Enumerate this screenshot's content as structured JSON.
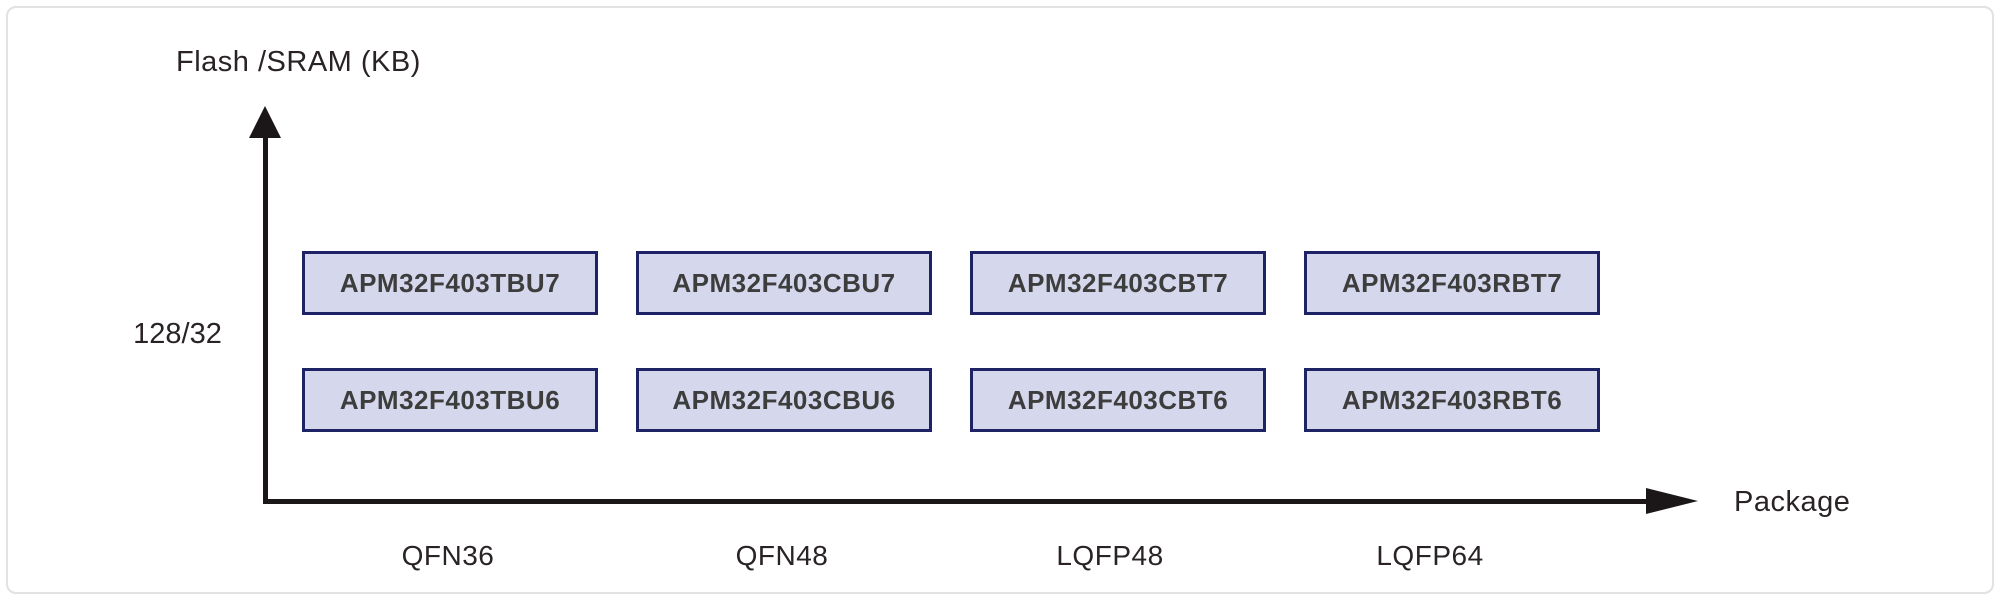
{
  "diagram": {
    "y_axis_title": "Flash /SRAM (KB)",
    "x_axis_title": "Package",
    "y_tick": "128/32",
    "packages": [
      "QFN36",
      "QFN48",
      "LQFP48",
      "LQFP64"
    ],
    "parts": [
      [
        "APM32F403TBU7",
        "APM32F403CBU7",
        "APM32F403CBT7",
        "APM32F403RBT7"
      ],
      [
        "APM32F403TBU6",
        "APM32F403CBU6",
        "APM32F403CBT6",
        "APM32F403RBT6"
      ]
    ],
    "colors": {
      "box_fill": "#d5d7ec",
      "box_border": "#1e2365",
      "box_text": "#3d3d3d",
      "axis": "#1b1718",
      "label_text": "#2a2325",
      "frame_border": "#e2e2e4"
    }
  }
}
